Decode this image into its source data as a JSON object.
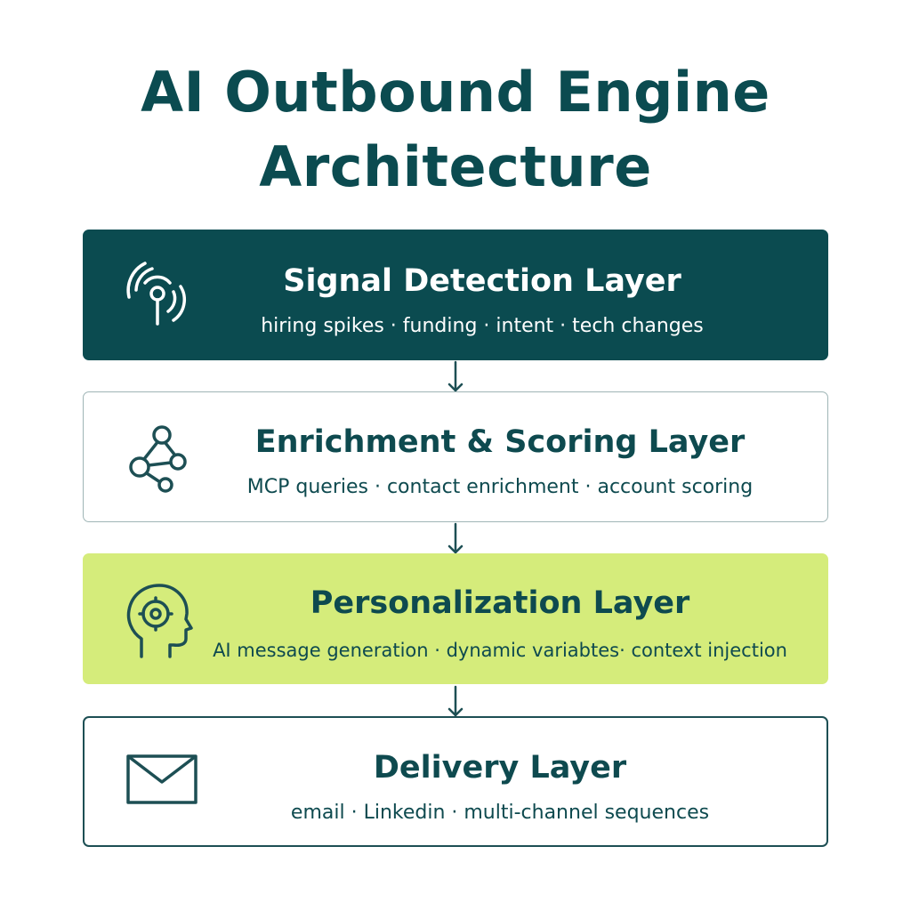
{
  "title_line1": "AI Outbound Engine",
  "title_line2": "Architecture",
  "layers": [
    {
      "name": "Signal Detection Layer",
      "description": "hiring spikes · funding · intent · tech changes",
      "icon": "signal-broadcast-icon"
    },
    {
      "name": "Enrichment & Scoring Layer",
      "description": "MCP queries · contact enrichment · account scoring",
      "icon": "network-nodes-icon"
    },
    {
      "name": "Personalization Layer",
      "description": "AI message generation · dynamic variabtes· context injection",
      "icon": "head-brain-icon"
    },
    {
      "name": "Delivery Layer",
      "description": "email · Linkedin · multi-channel sequences",
      "icon": "envelope-icon"
    }
  ],
  "colors": {
    "primary": "#0b4b50",
    "accent": "#d5ec7b",
    "border": "#9fb5b6"
  }
}
